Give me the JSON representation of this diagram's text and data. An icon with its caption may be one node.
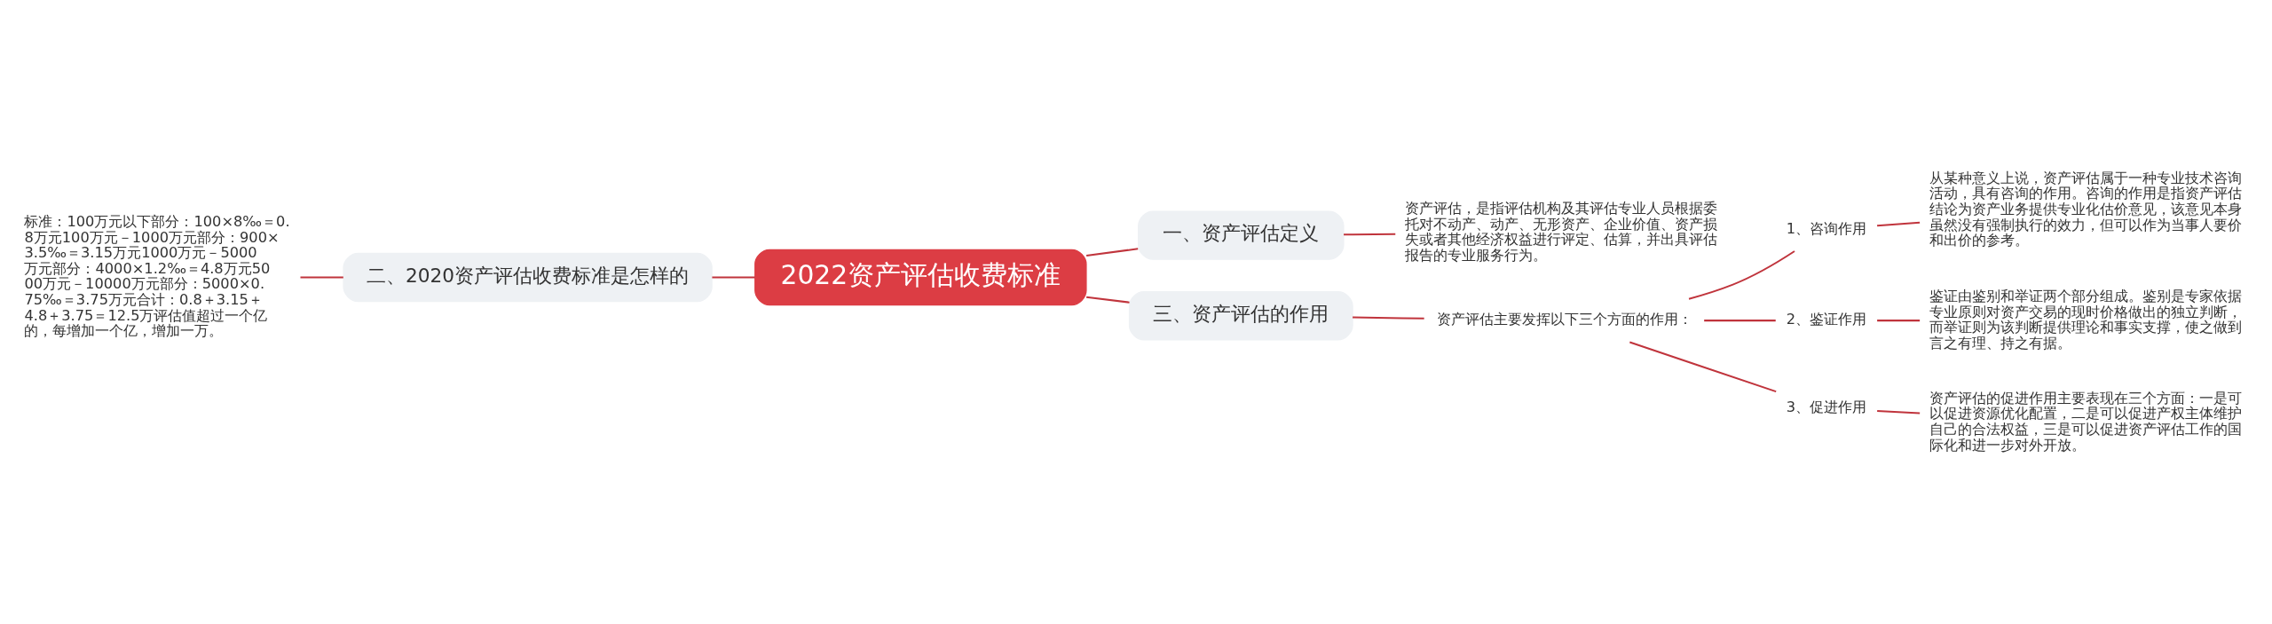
{
  "diagram": {
    "nodes": [
      {
        "text": [
          "2022资产评估收费标准"
        ]
      },
      {
        "text": [
          "一、资产评估定义"
        ]
      },
      {
        "text": [
          "资产评估，是指评估机构及其评估专业人员根据委托对不动产、动产、无形资产、企业价值、资产损失或者其他经济权益进行评定、估算，并出具评估报告的专业服务行为。"
        ]
      },
      {
        "text": [
          "二、2020资产评估收费标准是怎样的"
        ]
      },
      {
        "text": [
          "标准：100万元以下部分：100×8‰＝0.8万元100万元－1000万元部分：900×3.5‰＝3.15万元1000万元－5000万元部分：4000×1.2‰＝4.8万元5000万元－10000万元部分：5000×0.75‰＝3.75万元合计：0.8＋3.15＋4.8＋3.75＝12.5万评估值超过一个亿的，每增加一个亿，增加一万。"
        ]
      },
      {
        "text": [
          "三、资产评估的作用"
        ]
      },
      {
        "text": [
          "资产评估主要发挥以下三个方面的作用："
        ]
      },
      {
        "text": [
          "1、咨询作用"
        ]
      },
      {
        "text": [
          "从某种意义上说，资产评估属于一种专业技术咨询活动，具有咨询的作用。咨询的作用是指资产评估结论为资产业务提供专业化估价意见，该意见本身虽然没有强制执行的效力，但可以作为当事人要价和出价的参考。"
        ]
      },
      {
        "text": [
          "2、鉴证作用"
        ]
      },
      {
        "text": [
          "鉴证由鉴别和举证两个部分组成。鉴别是专家依据专业原则对资产交易的现时价格做出的独立判断，而举证则为该判断提供理论和事实支撑，使之做到言之有理、持之有据。"
        ]
      },
      {
        "text": [
          "3、促进作用"
        ]
      },
      {
        "text": [
          "资产评估的促进作用主要表现在三个方面：一是可以促进资源优化配置，二是可以促进产权主体维护自己的合法权益，三是可以促进资产评估工作的国际化和进一步对外开放。"
        ]
      }
    ],
    "edges": [
      {
        "from": 0,
        "to": 1,
        "arrow": "none"
      },
      {
        "from": 1,
        "to": 2,
        "arrow": "none"
      },
      {
        "from": 3,
        "to": 0,
        "arrow": "none"
      },
      {
        "from": 4,
        "to": 3,
        "arrow": "none"
      },
      {
        "from": 0,
        "to": 5,
        "arrow": "none"
      },
      {
        "from": 5,
        "to": 6,
        "arrow": "none"
      },
      {
        "from": 6,
        "to": 7,
        "arrow": "none"
      },
      {
        "from": 7,
        "to": 8,
        "arrow": "none"
      },
      {
        "from": 6,
        "to": 9,
        "arrow": "none"
      },
      {
        "from": 9,
        "to": 10,
        "arrow": "none"
      },
      {
        "from": 6,
        "to": 11,
        "arrow": "none"
      },
      {
        "from": 11,
        "to": 12,
        "arrow": "none"
      }
    ]
  }
}
